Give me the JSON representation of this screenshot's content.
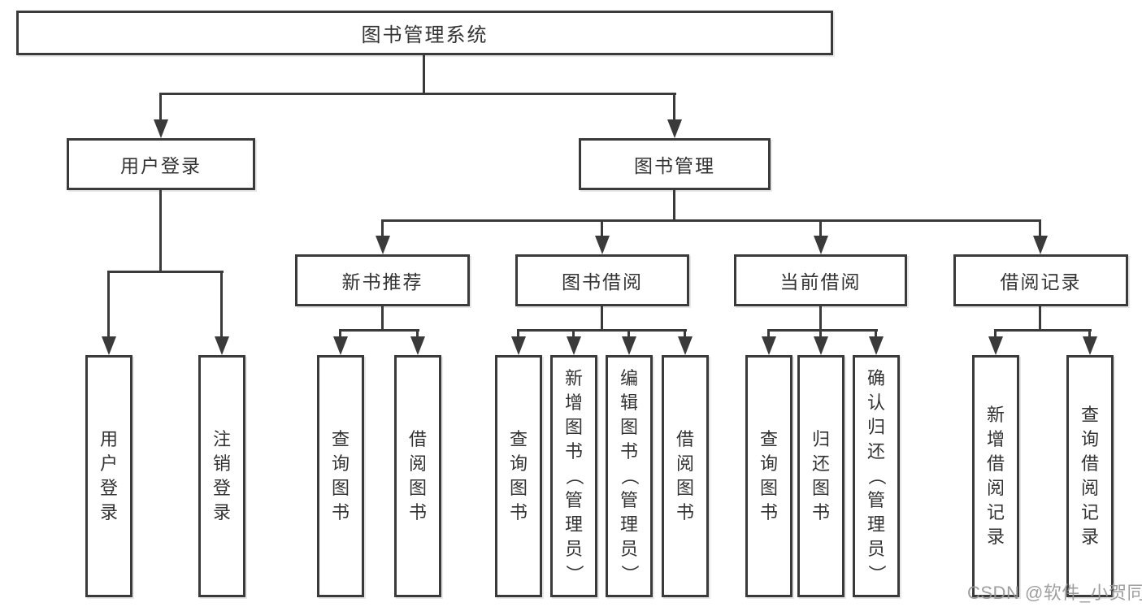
{
  "diagram": {
    "type": "tree",
    "title": "图书管理系统",
    "colors": {
      "line": "#3a3a3a",
      "text": "#333333",
      "background": "#ffffff",
      "watermark": "#969696"
    },
    "labels": {
      "root": "图书管理系统",
      "user_login": "用户登录",
      "book_mgmt": "图书管理",
      "new_books": "新书推荐",
      "book_borrow": "图书借阅",
      "current_borrow": "当前借阅",
      "borrow_records": "借阅记录",
      "leaf_user_login": "用户登录",
      "leaf_logout": "注销登录",
      "leaf_nb_query": "查询图书",
      "leaf_nb_borrow": "借阅图书",
      "leaf_bb_query": "查询图书",
      "leaf_bb_add": "新增图书（管理员）",
      "leaf_bb_edit": "编辑图书（管理员）",
      "leaf_bb_borrow": "借阅图书",
      "leaf_cb_query": "查询图书",
      "leaf_cb_return": "归还图书",
      "leaf_cb_confirm": "确认归还（管理员）",
      "leaf_br_add": "新增借阅记录",
      "leaf_br_query": "查询借阅记录"
    },
    "structure": {
      "图书管理系统": {
        "用户登录": [
          "用户登录",
          "注销登录"
        ],
        "图书管理": {
          "新书推荐": [
            "查询图书",
            "借阅图书"
          ],
          "图书借阅": [
            "查询图书",
            "新增图书（管理员）",
            "编辑图书（管理员）",
            "借阅图书"
          ],
          "当前借阅": [
            "查询图书",
            "归还图书",
            "确认归还（管理员）"
          ],
          "借阅记录": [
            "新增借阅记录",
            "查询借阅记录"
          ]
        }
      }
    },
    "watermark": "CSDN @软件_小贺同学"
  }
}
